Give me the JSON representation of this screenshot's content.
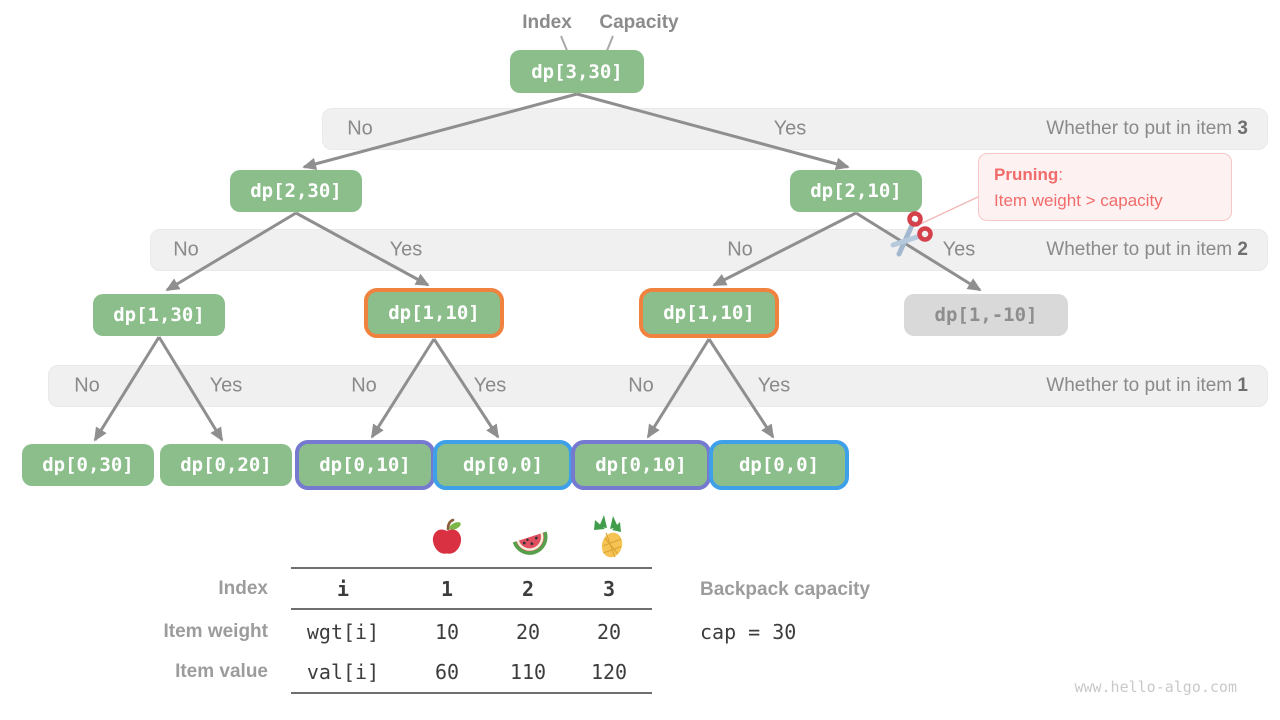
{
  "pointers": {
    "index": "Index",
    "capacity": "Capacity"
  },
  "nodes": [
    {
      "label": "dp[3,30]",
      "state": "normal"
    },
    {
      "label": "dp[2,30]",
      "state": "normal"
    },
    {
      "label": "dp[2,10]",
      "state": "normal"
    },
    {
      "label": "dp[1,30]",
      "state": "normal"
    },
    {
      "label": "dp[1,10]",
      "state": "highlight-orange"
    },
    {
      "label": "dp[1,10]",
      "state": "highlight-orange"
    },
    {
      "label": "dp[1,-10]",
      "state": "pruned-gray"
    },
    {
      "label": "dp[0,30]",
      "state": "normal"
    },
    {
      "label": "dp[0,20]",
      "state": "normal"
    },
    {
      "label": "dp[0,10]",
      "state": "highlight-purple"
    },
    {
      "label": "dp[0,0]",
      "state": "highlight-blue"
    },
    {
      "label": "dp[0,10]",
      "state": "highlight-purple"
    },
    {
      "label": "dp[0,0]",
      "state": "highlight-blue"
    }
  ],
  "bands": [
    {
      "decisions": [
        "No",
        "Yes"
      ],
      "question": "Whether to put in item ",
      "item": "3"
    },
    {
      "decisions": [
        "No",
        "Yes",
        "No",
        "Yes"
      ],
      "question": "Whether to put in item ",
      "item": "2"
    },
    {
      "decisions": [
        "No",
        "Yes",
        "No",
        "Yes",
        "No",
        "Yes"
      ],
      "question": "Whether to put in item ",
      "item": "1"
    }
  ],
  "pruning": {
    "title": "Pruning",
    "colon": ":",
    "text": "Item weight > capacity"
  },
  "table": {
    "fruits": [
      "apple",
      "watermelon",
      "pineapple"
    ],
    "rows": [
      {
        "label": "Index",
        "var": "i",
        "values": [
          "1",
          "2",
          "3"
        ]
      },
      {
        "label": "Item weight",
        "var": "wgt[i]",
        "values": [
          "10",
          "20",
          "20"
        ]
      },
      {
        "label": "Item value",
        "var": "val[i]",
        "values": [
          "60",
          "110",
          "120"
        ]
      }
    ]
  },
  "capacity_info": {
    "label": "Backpack capacity",
    "value": "cap = 30"
  },
  "watermark": "www.hello-algo.com",
  "colors": {
    "node_green": "#8cbe8c",
    "node_gray": "#d9d9d9",
    "highlight_orange": "#f0823f",
    "highlight_purple": "#7579cf",
    "highlight_blue": "#3fa0ea",
    "pruning_red": "#f26b6b",
    "band_bg": "#f0f0f0",
    "arrow_gray": "#8f8f8f"
  }
}
